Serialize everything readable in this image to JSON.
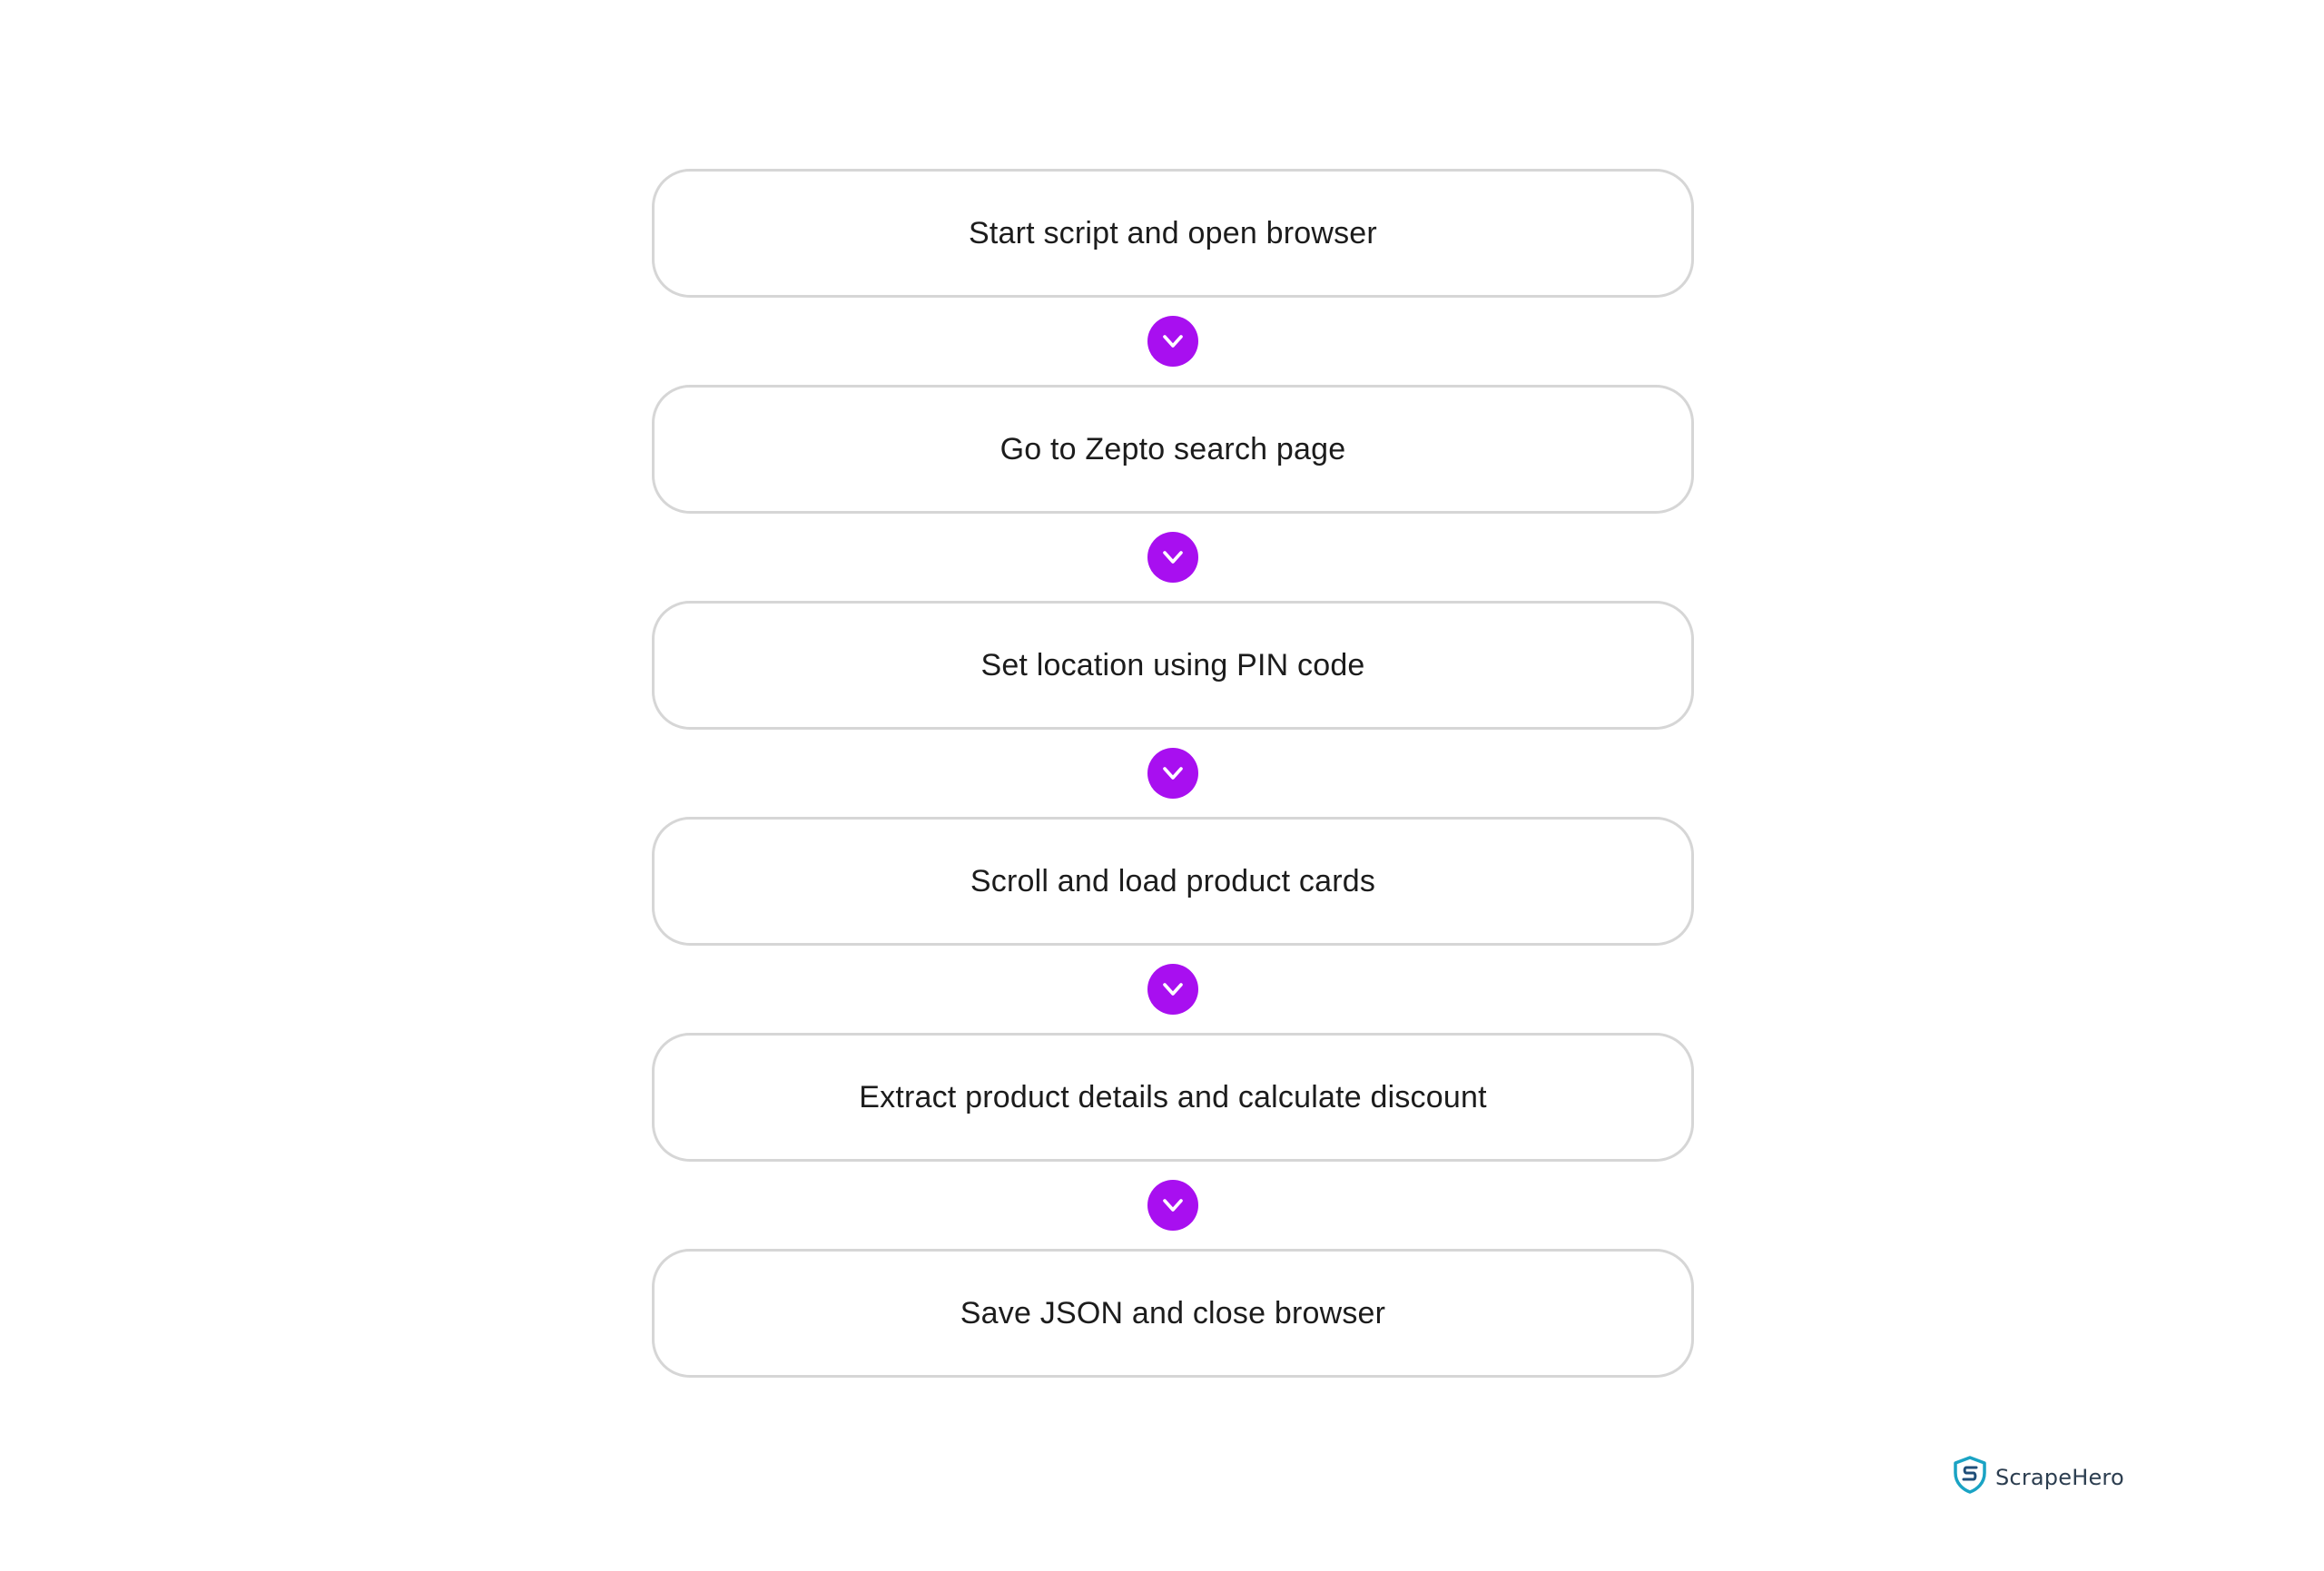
{
  "steps": [
    {
      "label": "Start script and open browser"
    },
    {
      "label": "Go to Zepto search page"
    },
    {
      "label": "Set location using PIN code"
    },
    {
      "label": "Scroll and load product cards"
    },
    {
      "label": "Extract product details and calculate discount"
    },
    {
      "label": "Save JSON and close browser"
    }
  ],
  "connectors": {
    "icon": "chevron-down-icon",
    "color": "#a80ff0"
  },
  "step_border_color": "#d6d6d6",
  "brand": {
    "name": "ScrapeHero",
    "icon": "shield-s-logo-icon",
    "colors": {
      "logo": "#1aa3c4",
      "text": "#2c3e50"
    }
  }
}
